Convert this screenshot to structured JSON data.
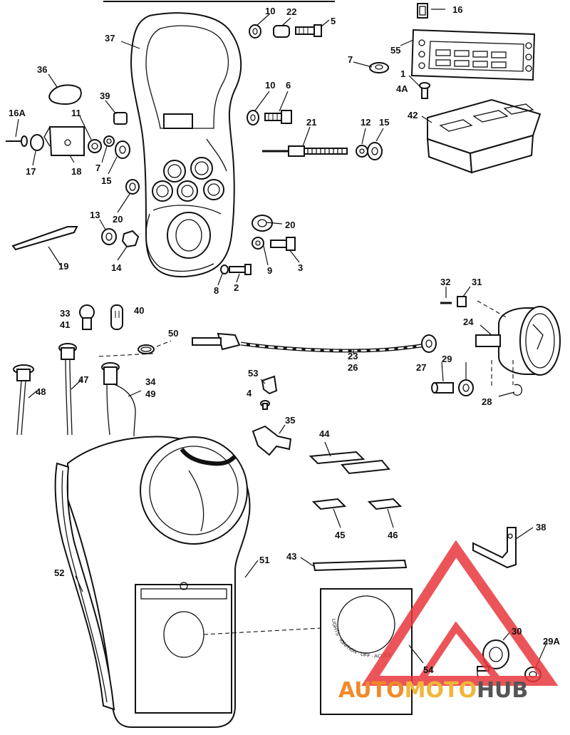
{
  "callouts": [
    {
      "id": "c16",
      "text": "16"
    },
    {
      "id": "c10a",
      "text": "10"
    },
    {
      "id": "c22",
      "text": "22"
    },
    {
      "id": "c5",
      "text": "5"
    },
    {
      "id": "c37",
      "text": "37"
    },
    {
      "id": "c55",
      "text": "55"
    },
    {
      "id": "c7a",
      "text": "7"
    },
    {
      "id": "c36",
      "text": "36"
    },
    {
      "id": "c1",
      "text": "1"
    },
    {
      "id": "c4a",
      "text": "4A"
    },
    {
      "id": "c39",
      "text": "39"
    },
    {
      "id": "c10b",
      "text": "10"
    },
    {
      "id": "c6",
      "text": "6"
    },
    {
      "id": "c42",
      "text": "42"
    },
    {
      "id": "c16a",
      "text": "16A"
    },
    {
      "id": "c11",
      "text": "11"
    },
    {
      "id": "c21",
      "text": "21"
    },
    {
      "id": "c12",
      "text": "12"
    },
    {
      "id": "c15a",
      "text": "15"
    },
    {
      "id": "c17",
      "text": "17"
    },
    {
      "id": "c18",
      "text": "18"
    },
    {
      "id": "c7b",
      "text": "7"
    },
    {
      "id": "c15b",
      "text": "15"
    },
    {
      "id": "c20a",
      "text": "20"
    },
    {
      "id": "c13",
      "text": "13"
    },
    {
      "id": "c20b",
      "text": "20"
    },
    {
      "id": "c19",
      "text": "19"
    },
    {
      "id": "c14",
      "text": "14"
    },
    {
      "id": "c9",
      "text": "9"
    },
    {
      "id": "c3",
      "text": "3"
    },
    {
      "id": "c8",
      "text": "8"
    },
    {
      "id": "c2",
      "text": "2"
    },
    {
      "id": "c32",
      "text": "32"
    },
    {
      "id": "c31",
      "text": "31"
    },
    {
      "id": "c33",
      "text": "33"
    },
    {
      "id": "c41",
      "text": "41"
    },
    {
      "id": "c40",
      "text": "40"
    },
    {
      "id": "c24",
      "text": "24"
    },
    {
      "id": "c50",
      "text": "50"
    },
    {
      "id": "c23",
      "text": "23"
    },
    {
      "id": "c26",
      "text": "26"
    },
    {
      "id": "c47",
      "text": "47"
    },
    {
      "id": "c34",
      "text": "34"
    },
    {
      "id": "c49",
      "text": "49"
    },
    {
      "id": "c48",
      "text": "48"
    },
    {
      "id": "c27",
      "text": "27"
    },
    {
      "id": "c29a",
      "text": "29"
    },
    {
      "id": "c28",
      "text": "28"
    },
    {
      "id": "c53",
      "text": "53"
    },
    {
      "id": "c4b",
      "text": "4"
    },
    {
      "id": "c35",
      "text": "35"
    },
    {
      "id": "c44",
      "text": "44"
    },
    {
      "id": "c45",
      "text": "45"
    },
    {
      "id": "c46",
      "text": "46"
    },
    {
      "id": "c38",
      "text": "38"
    },
    {
      "id": "c43",
      "text": "43"
    },
    {
      "id": "c52",
      "text": "52"
    },
    {
      "id": "c51",
      "text": "51"
    },
    {
      "id": "c30",
      "text": "30"
    },
    {
      "id": "c29A",
      "text": "29A"
    },
    {
      "id": "c54",
      "text": "54"
    }
  ],
  "decal_text": "LIGHTS · IGNITION · OFF · ACCESSORIES",
  "watermark": {
    "part1": "AUTO",
    "part2": "MOTO",
    "part3": "HUB",
    "color_primary": "#f08a2a",
    "color_secondary": "#f2b53a",
    "color_hub": "#555555",
    "logo_color": "#e8383d"
  }
}
